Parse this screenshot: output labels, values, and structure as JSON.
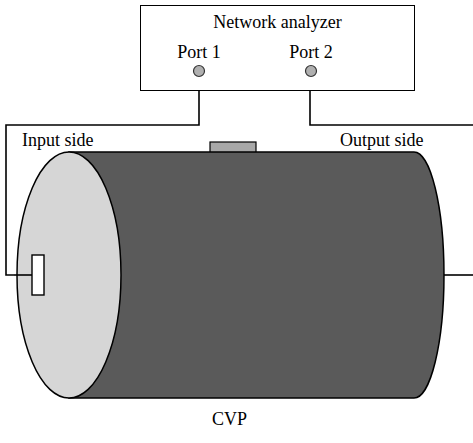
{
  "diagram": {
    "nodes": [
      {
        "text": [
          "Network analyzer"
        ]
      },
      {
        "text": [
          "Port 1"
        ],
        "in": 0
      },
      {
        "text": [
          "Port 2"
        ],
        "in": 0
      },
      {
        "text": [
          "CVP"
        ]
      }
    ],
    "edges": [
      {
        "from": 1,
        "to": 3,
        "arrow": "none",
        "label": "Input side"
      }
    ],
    "labels": [
      "Output side"
    ]
  }
}
